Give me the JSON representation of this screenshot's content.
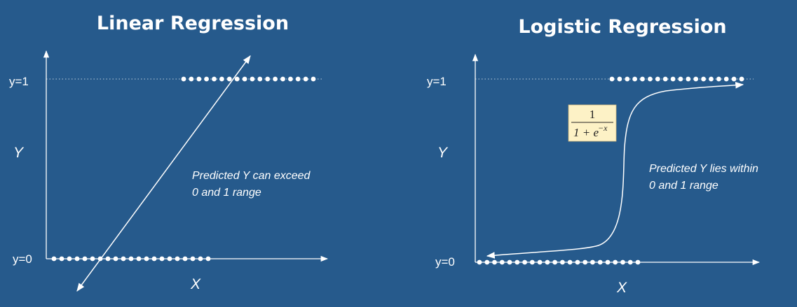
{
  "left_panel": {
    "title": "Linear Regression",
    "y_top_label": "y=1",
    "y_bottom_label": "y=0",
    "y_axis_name": "Y",
    "x_axis_name": "X",
    "note_line1": "Predicted Y can exceed",
    "note_line2": "0 and 1 range"
  },
  "right_panel": {
    "title": "Logistic Regression",
    "y_top_label": "y=1",
    "y_bottom_label": "y=0",
    "y_axis_name": "Y",
    "x_axis_name": "X",
    "note_line1": "Predicted Y lies within",
    "note_line2": "0 and 1 range",
    "formula": {
      "numerator": "1",
      "denominator_base": "1 + e",
      "denominator_exponent": "−x"
    }
  },
  "colors": {
    "background": "#265a8c",
    "foreground": "#ffffff",
    "formula_box": "#fdf2c6"
  }
}
